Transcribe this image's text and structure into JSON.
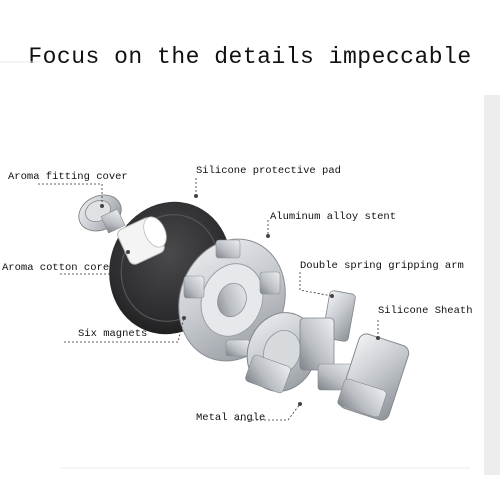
{
  "title": "Focus on the details impeccable",
  "labels": {
    "aroma_fitting_cover": "Aroma fitting cover",
    "silicone_protective_pad": "Silicone protective pad",
    "aluminum_alloy_stent": "Aluminum alloy stent",
    "aroma_cotton_core": "Aroma cotton core",
    "double_spring_gripping_arm": "Double spring gripping arm",
    "silicone_sheath": "Silicone Sheath",
    "six_magnets": "Six magnets",
    "metal_angle": "Metal angle"
  },
  "colors": {
    "pad": "#2e2e30",
    "metal": "#c9cdd2",
    "metal_dark": "#8e949b",
    "leader": "#333333"
  }
}
